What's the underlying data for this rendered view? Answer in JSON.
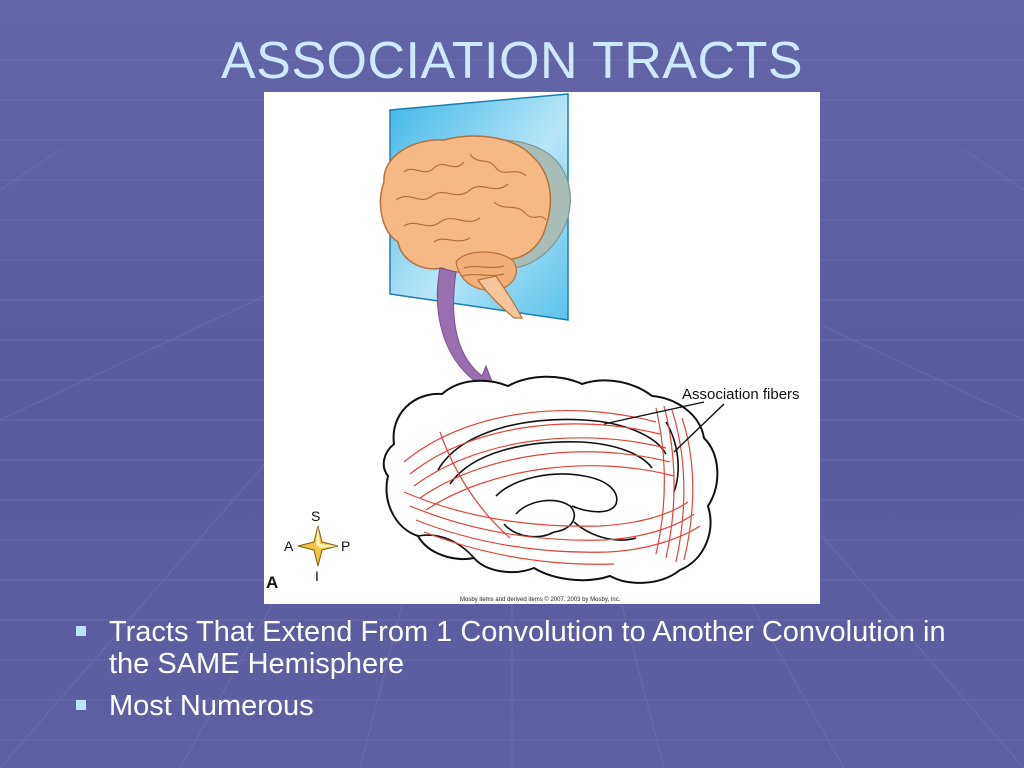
{
  "slide": {
    "title": "ASSOCIATION TRACTS",
    "bullets": [
      "Tracts That Extend From 1 Convolution to Another Convolution in the SAME Hemisphere",
      "Most Numerous"
    ],
    "bullet_icon": "square-bullet-icon"
  },
  "figure": {
    "label": "Association fibers",
    "compass": {
      "superior": "S",
      "anterior": "A",
      "posterior": "P",
      "inferior": "I"
    },
    "panel_letter": "A",
    "credit": "Mosby items and derived items © 2007, 2003 by Mosby, Inc."
  },
  "colors": {
    "background": "#5a5a9e",
    "title": "#cfe9ff",
    "bullet_text": "#ffffff",
    "bullet_marker": "#bfe3ff",
    "fiber_red": "#e0443c",
    "brain_orange": "#f6b986",
    "arrow_purple": "#9a6fb0"
  }
}
